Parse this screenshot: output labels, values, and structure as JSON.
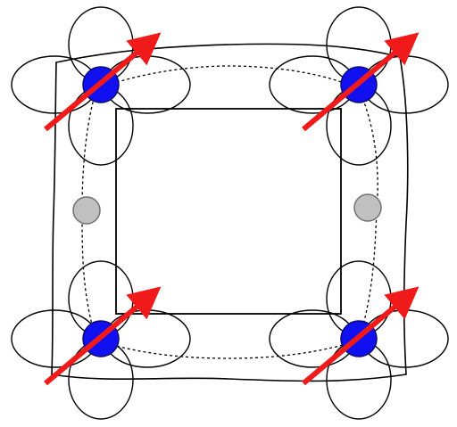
{
  "colors": {
    "background": "#ffffff",
    "outline": "#000000",
    "atom_fill": "#1010f0",
    "atom_stroke": "#0a0a70",
    "bridge_atom_fill": "#c0c0c0",
    "bridge_atom_stroke": "#707070",
    "spin_arrow": "#f01a1a"
  },
  "diagram": {
    "magnetic_atoms": [
      {
        "id": "top-left",
        "spin": "up-right"
      },
      {
        "id": "top-right",
        "spin": "up-right"
      },
      {
        "id": "bottom-left",
        "spin": "up-right"
      },
      {
        "id": "bottom-right",
        "spin": "up-right"
      }
    ],
    "bridge_atoms": [
      {
        "id": "left"
      },
      {
        "id": "right"
      }
    ],
    "orbital_lobes_per_atom": 4,
    "orbital_type": "d-like four-lobe",
    "spins_parallel": true
  }
}
